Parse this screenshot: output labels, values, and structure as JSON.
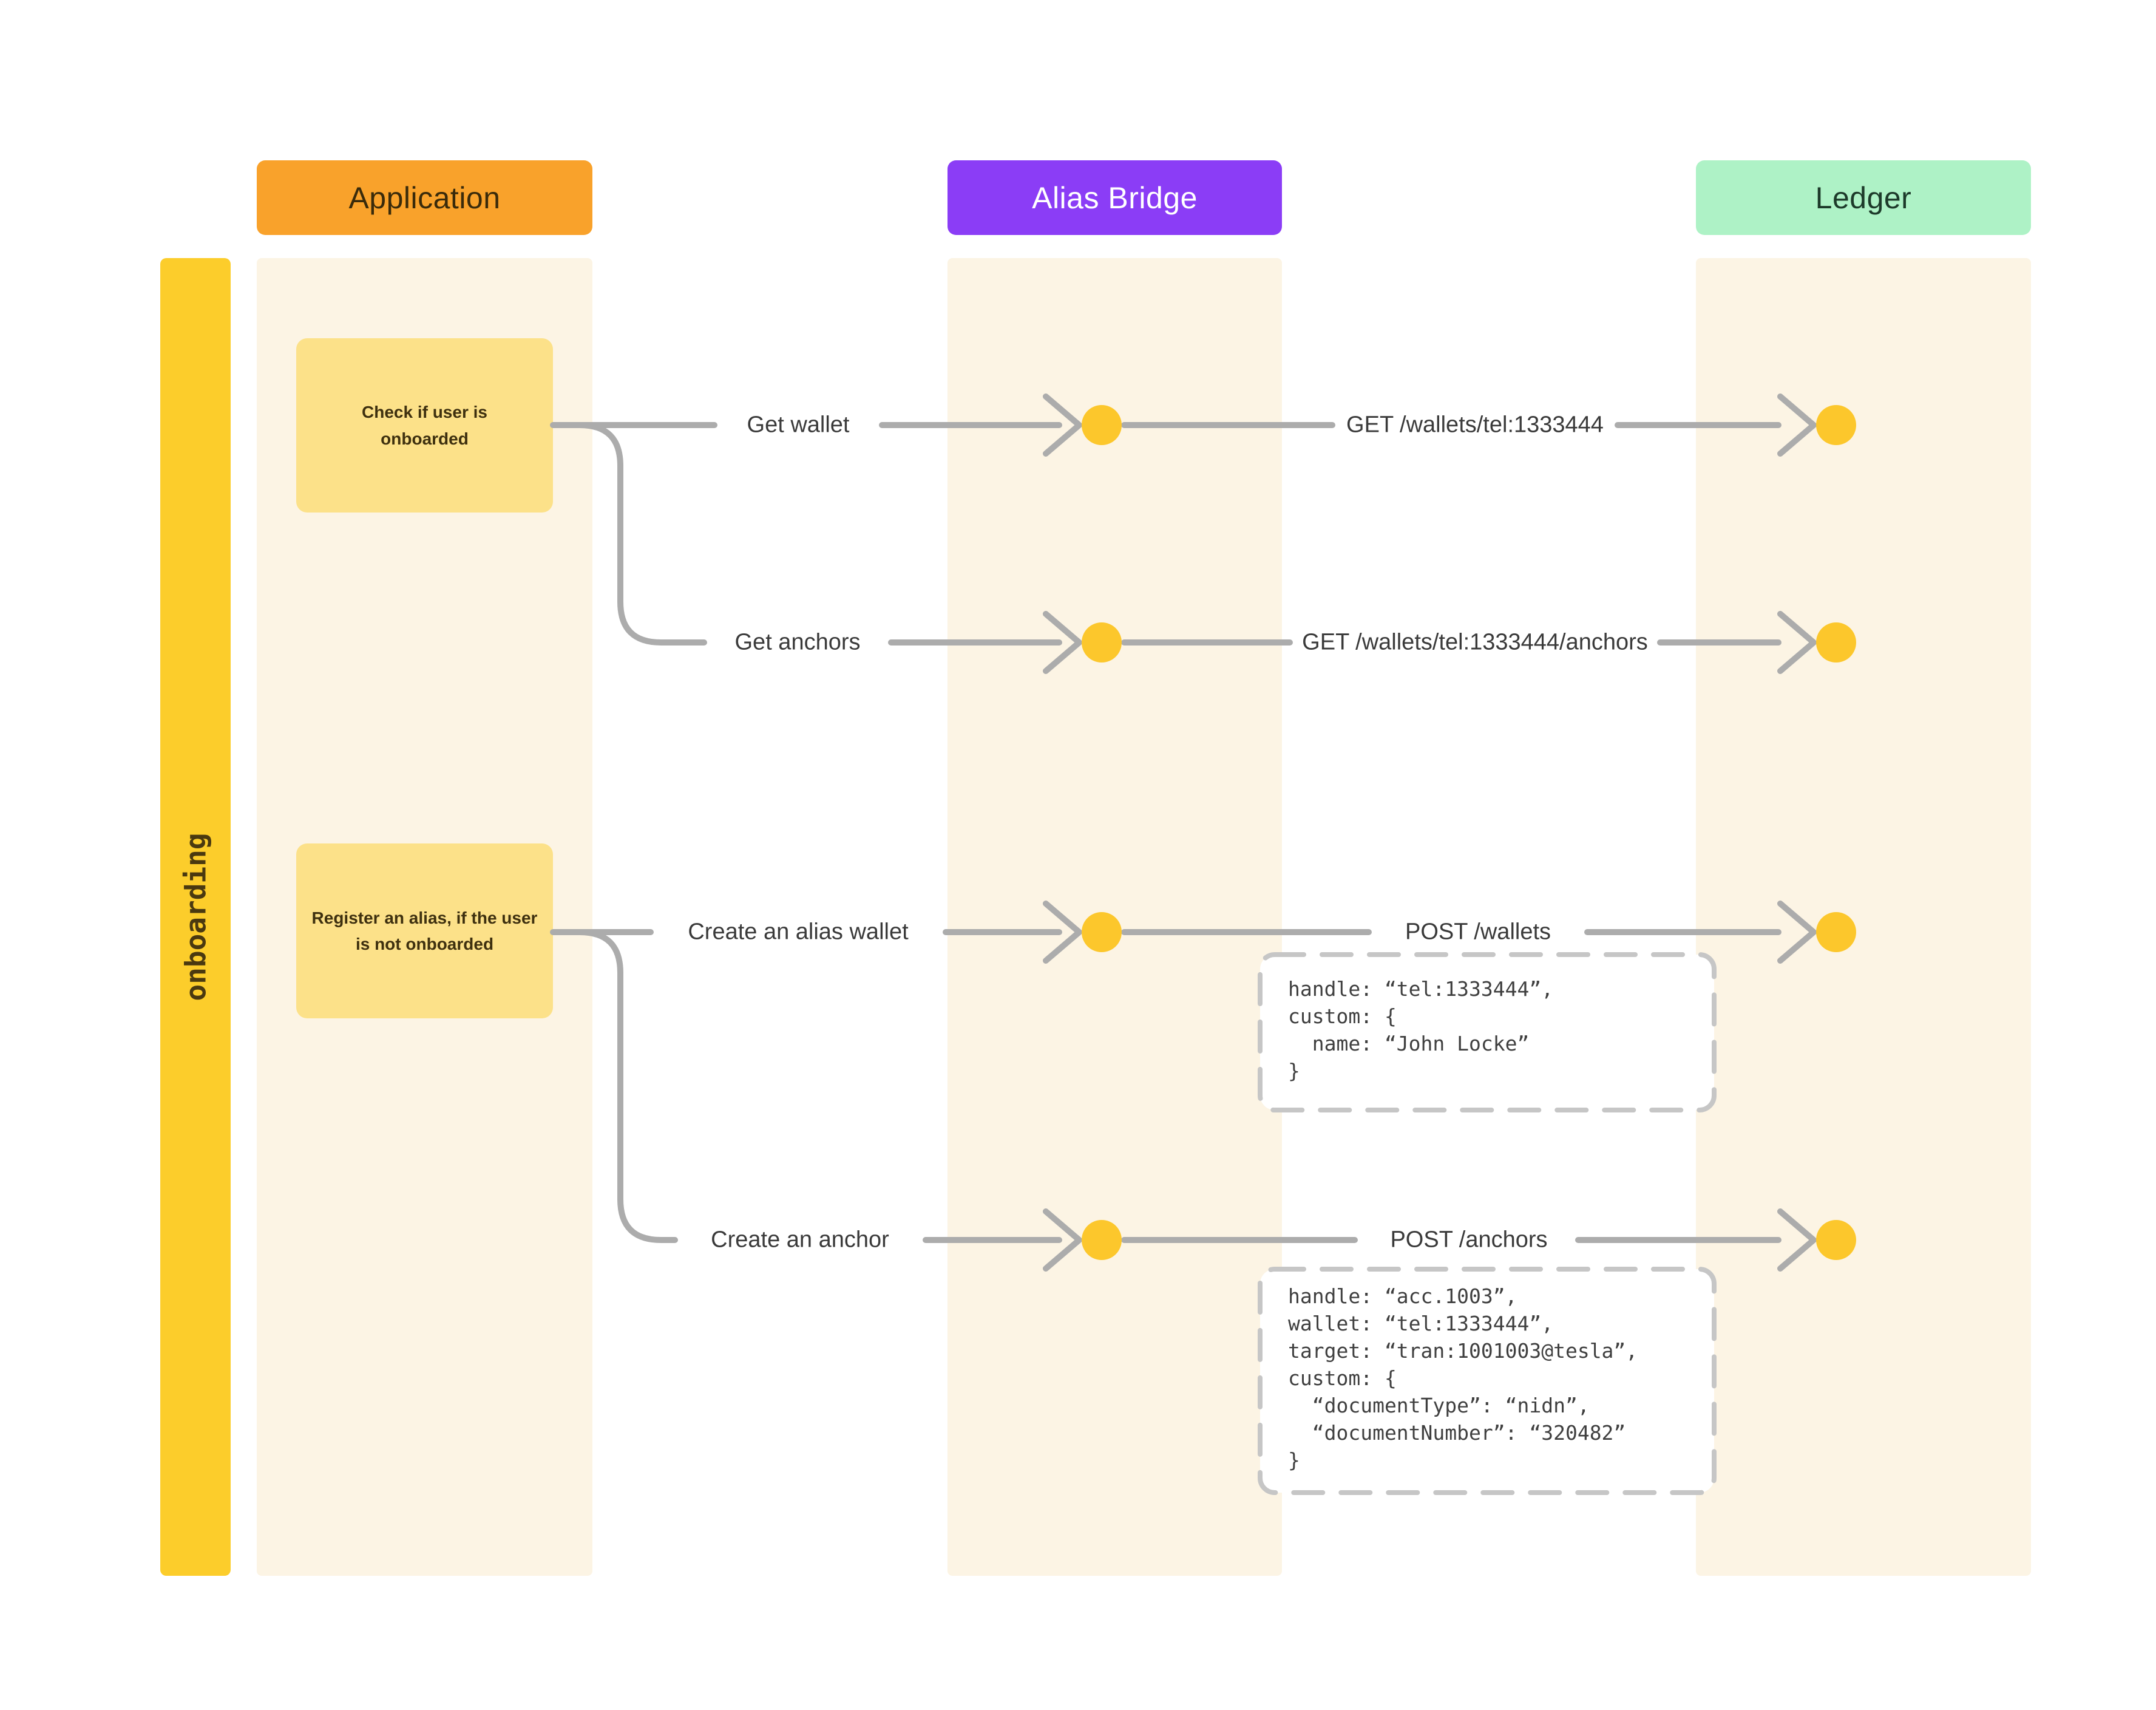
{
  "diagram": {
    "phase_label": "onboarding",
    "lanes": [
      {
        "label": "Application",
        "header_color": "#F9A22B",
        "text_color": "#3A2B0B"
      },
      {
        "label": "Alias Bridge",
        "header_color": "#8B3DF6",
        "text_color": "#FFFFFF"
      },
      {
        "label": "Ledger",
        "header_color": "#AEF2C6",
        "text_color": "#1D3A2A"
      }
    ],
    "notes": [
      {
        "text": "Check if user is onboarded"
      },
      {
        "text": "Register an alias, if the user is not onboarded"
      }
    ],
    "flows": [
      {
        "left_label": "Get wallet",
        "right_label": "GET /wallets/tel:1333444"
      },
      {
        "left_label": "Get anchors",
        "right_label": "GET /wallets/tel:1333444/anchors"
      },
      {
        "left_label": "Create an alias wallet",
        "right_label": "POST /wallets"
      },
      {
        "left_label": "Create an anchor",
        "right_label": "POST /anchors"
      }
    ],
    "payloads": [
      {
        "code": "handle: “tel:1333444”,\ncustom: {\n  name: “John Locke”\n}"
      },
      {
        "code": "handle: “acc.1003”,\nwallet: “tel:1333444”,\ntarget: “tran:1001003@tesla”,\ncustom: {\n  “documentType”: “nidn”,\n  “documentNumber”: “320482”\n}"
      }
    ],
    "colors": {
      "lane_bg": "#FCF4E4",
      "phase_bar": "#FCCD2B",
      "note_bg": "#FCE189",
      "dot": "#FCC72C",
      "connector": "#ACACAC",
      "payload_border": "#C6C6C6",
      "label_text": "#3A3A3A"
    }
  }
}
